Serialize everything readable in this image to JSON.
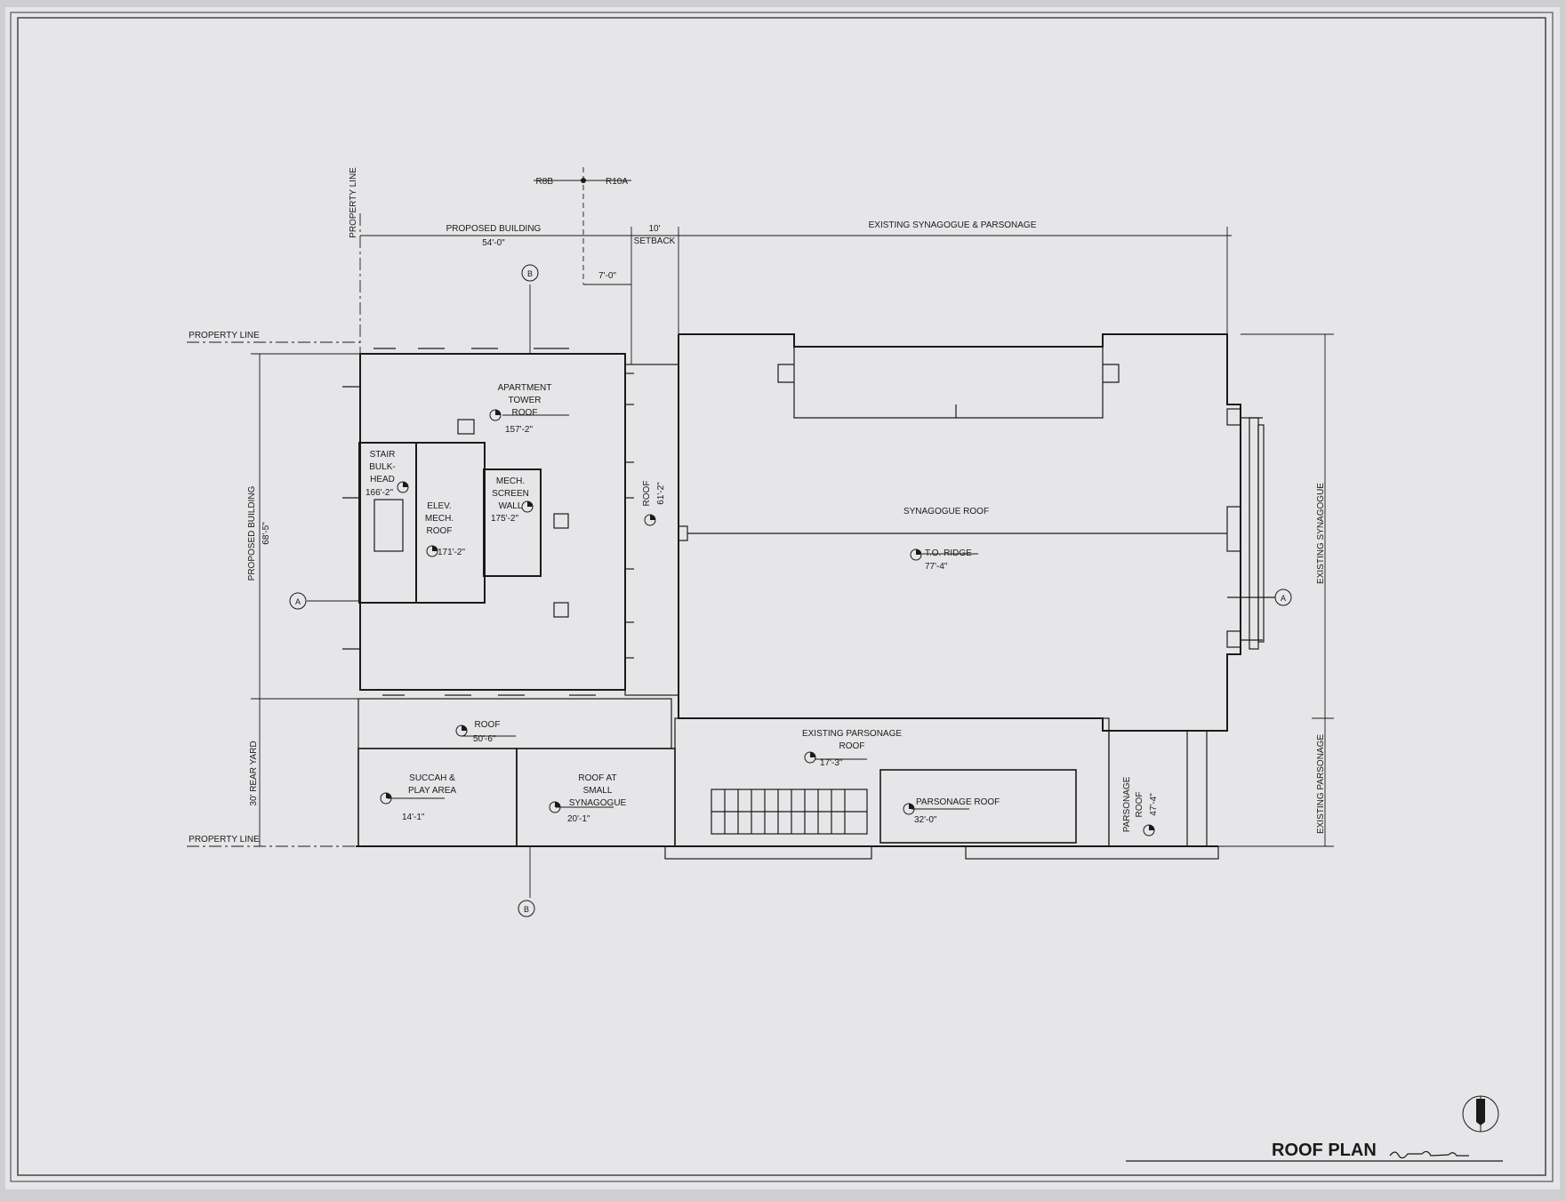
{
  "title": "ROOF PLAN",
  "zoning": {
    "left": "R8B",
    "right": "R10A"
  },
  "property_line": "PROPERTY LINE",
  "top_dims": {
    "proposed_building": "PROPOSED BUILDING",
    "proposed_building_dim": "54'-0\"",
    "setback_dim": "10'",
    "setback_label": "SETBACK",
    "offset_dim": "7'-0\"",
    "existing_label": "EXISTING SYNAGOGUE & PARSONAGE"
  },
  "side_dims": {
    "proposed_building": "PROPOSED BUILDING",
    "proposed_building_dim": "68'-5\"",
    "rear_yard": "30' REAR YARD",
    "existing_synagogue": "EXISTING SYNAGOGUE",
    "existing_parsonage": "EXISTING PARSONAGE"
  },
  "section_marks": {
    "a": "A",
    "b": "B"
  },
  "areas": {
    "apartment_tower": {
      "name": [
        "APARTMENT",
        "TOWER",
        "ROOF"
      ],
      "elev": "157'-2\""
    },
    "stair_bulkhead": {
      "name": [
        "STAIR",
        "BULK-",
        "HEAD"
      ],
      "elev": "166'-2\""
    },
    "elev_mech": {
      "name": [
        "ELEV.",
        "MECH.",
        "ROOF"
      ],
      "elev": "171'-2\""
    },
    "mech_screen": {
      "name": [
        "MECH.",
        "SCREEN",
        "WALL"
      ],
      "elev": "175'-2\""
    },
    "connector_roof": {
      "name": "ROOF",
      "elev": "61'-2\""
    },
    "synagogue_roof": {
      "name": "SYNAGOGUE ROOF"
    },
    "ridge": {
      "name": "T.O. RIDGE",
      "elev": "77'-4\""
    },
    "rear_roof": {
      "name": "ROOF",
      "elev": "50'-6\""
    },
    "succah": {
      "name": [
        "SUCCAH &",
        "PLAY AREA"
      ],
      "elev": "14'-1\""
    },
    "small_synagogue": {
      "name": [
        "ROOF AT",
        "SMALL",
        "SYNAGOGUE"
      ],
      "elev": "20'-1\""
    },
    "existing_parsonage_roof": {
      "name": [
        "EXISTING PARSONAGE",
        "ROOF"
      ],
      "elev": "17'-3\""
    },
    "parsonage_roof": {
      "name": "PARSONAGE ROOF",
      "elev": "32'-0\""
    },
    "parsonage_roof_vertical": {
      "name": [
        "PARSONAGE",
        "ROOF"
      ],
      "elev": "47'-4\""
    }
  },
  "colors": {
    "paper": "#e6e6e8",
    "ink": "#1a1a1a",
    "outer": "#cfcfd1"
  }
}
